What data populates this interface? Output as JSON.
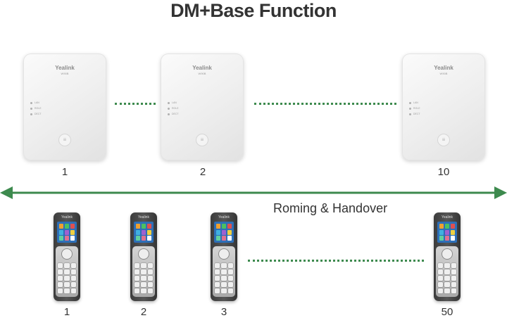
{
  "title": "DM+Base Function",
  "caption": "Roming & Handover",
  "base_stations": [
    {
      "label": "1",
      "brand": "Yealink",
      "model": "W90B",
      "leds": [
        "LAN",
        "ROLE",
        "DECT"
      ]
    },
    {
      "label": "2",
      "brand": "Yealink",
      "model": "W90B",
      "leds": [
        "LAN",
        "ROLE",
        "DECT"
      ]
    },
    {
      "label": "10",
      "brand": "Yealink",
      "model": "W90B",
      "leds": [
        "LAN",
        "ROLE",
        "DECT"
      ]
    }
  ],
  "handsets": [
    {
      "label": "1",
      "brand": "Yealink"
    },
    {
      "label": "2",
      "brand": "Yealink"
    },
    {
      "label": "3",
      "brand": "Yealink"
    },
    {
      "label": "50",
      "brand": "Yealink"
    }
  ],
  "colors": {
    "connector": "#3d8a4e",
    "arrow": "#3d8a4e",
    "text": "#333333"
  },
  "icons": {
    "base_button": "menu-button-icon",
    "arrow": "double-headed-arrow-icon"
  }
}
